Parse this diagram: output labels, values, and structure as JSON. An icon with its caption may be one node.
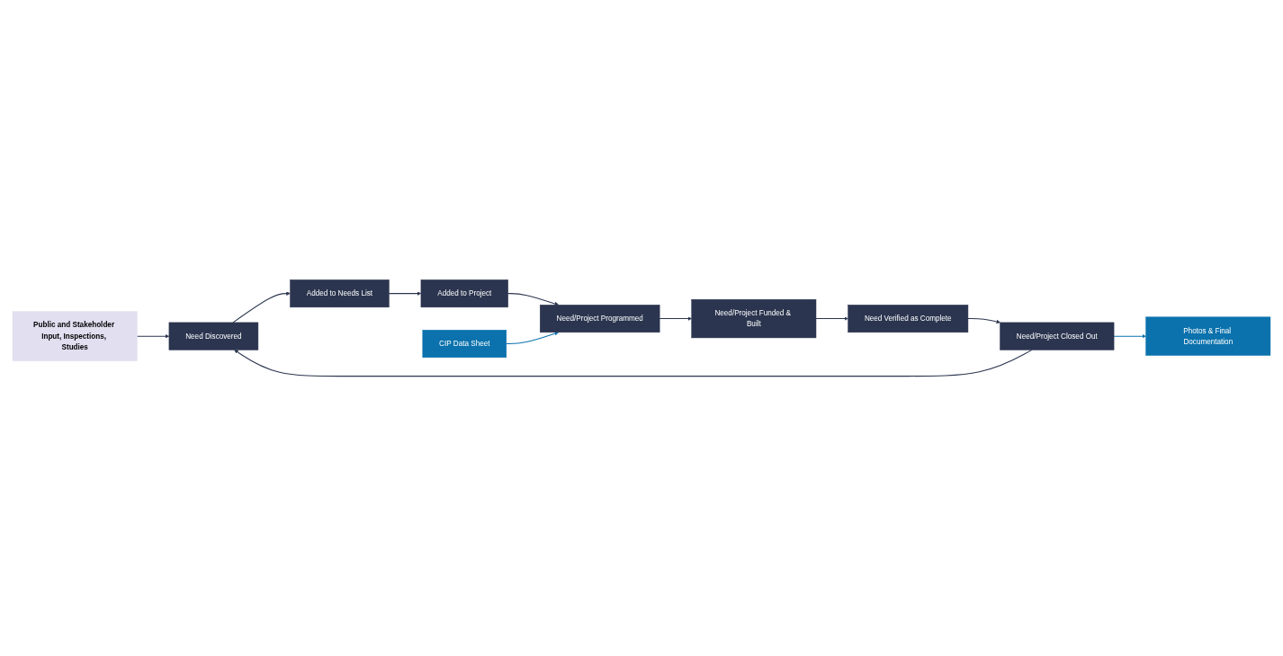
{
  "diagram": {
    "nodes": [
      {
        "text": [
          "Public and Stakeholder Input, Inspections, Studies"
        ]
      },
      {
        "text": [
          "Need Discovered"
        ]
      },
      {
        "text": [
          "Need/Project Closed Out"
        ]
      },
      {
        "text": [
          "Photos & Final Documentation"
        ]
      },
      {
        "text": [
          "Added to Needs List"
        ]
      },
      {
        "text": [
          "Need Verified as Complete"
        ]
      },
      {
        "text": [
          "CIP Data Sheet"
        ]
      },
      {
        "text": [
          "Added to Project"
        ]
      },
      {
        "text": [
          "Need/Project Programmed"
        ]
      },
      {
        "text": [
          "Need/Project Funded & Built"
        ]
      }
    ],
    "edges": [
      {
        "from": 0,
        "to": 1,
        "arrow": "to"
      },
      {
        "from": 2,
        "to": 1,
        "arrow": "to"
      },
      {
        "from": 2,
        "to": 3,
        "arrow": "to",
        "color": "#0b72ad"
      },
      {
        "from": 1,
        "to": 4,
        "arrow": "to"
      },
      {
        "from": 4,
        "to": 7,
        "arrow": "to"
      },
      {
        "from": 7,
        "to": 8,
        "arrow": "to"
      },
      {
        "from": 6,
        "to": 8,
        "arrow": "to",
        "color": "#0b72ad"
      },
      {
        "from": 8,
        "to": 9,
        "arrow": "to"
      },
      {
        "from": 9,
        "to": 5,
        "arrow": "to"
      },
      {
        "from": 5,
        "to": 2,
        "arrow": "to"
      }
    ]
  }
}
